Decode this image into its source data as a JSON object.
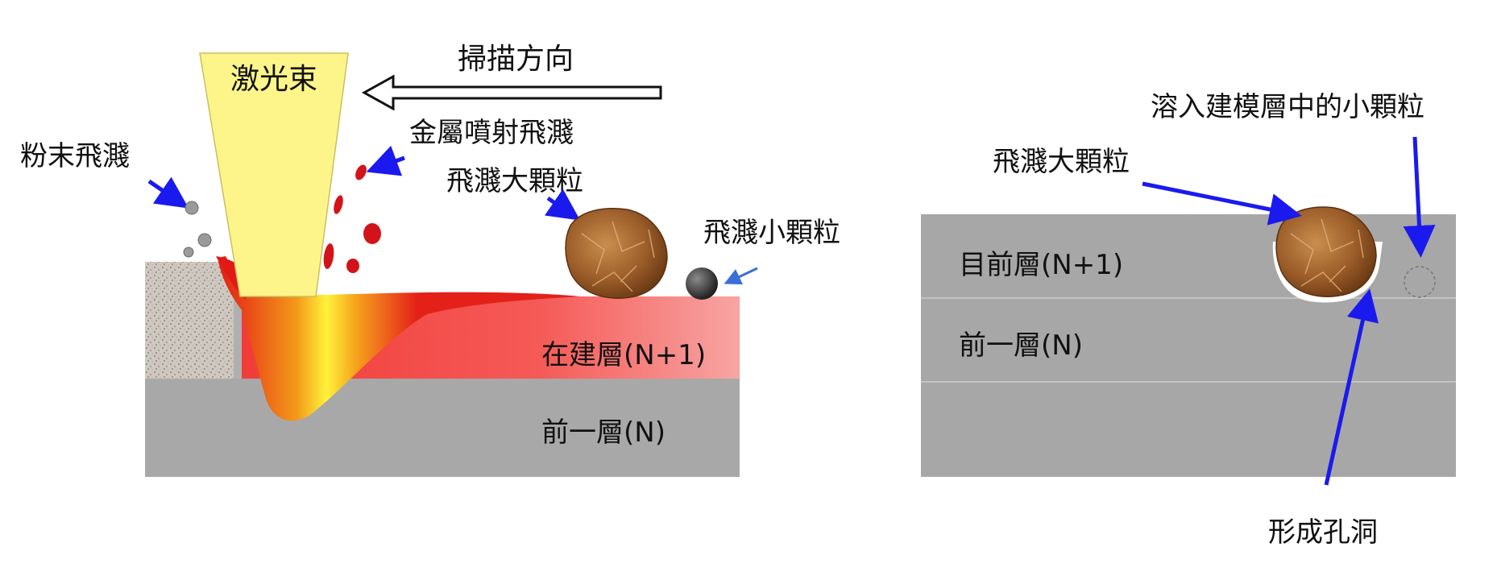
{
  "left_panel": {
    "laser_label": "激光束",
    "scan_direction_label": "掃描方向",
    "powder_spatter_label": "粉末飛濺",
    "metal_jet_spatter_label": "金屬噴射飛濺",
    "large_spatter_label": "飛濺大顆粒",
    "small_spatter_label": "飛濺小顆粒",
    "building_layer_label": "在建層(N+1)",
    "previous_layer_label": "前一層(N)"
  },
  "right_panel": {
    "large_spatter_label": "飛濺大顆粒",
    "fused_small_particle_label": "溶入建模層中的小顆粒",
    "current_layer_label": "目前層(N+1)",
    "previous_layer_label": "前一層(N)",
    "pore_label": "形成孔洞"
  },
  "colors": {
    "layer_gray": "#a7a7a7",
    "laser_yellow": "#fdf58a",
    "melt_red": "#e8231e",
    "arrow_blue": "#1a1aee",
    "particle_brown": "#a0602a"
  }
}
